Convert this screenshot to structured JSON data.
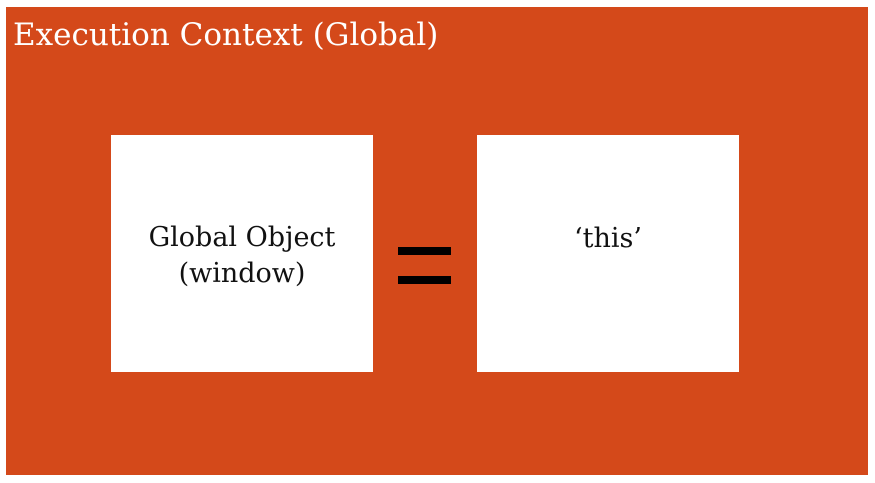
{
  "colors": {
    "context_background": "#d4491a",
    "box_background": "#ffffff",
    "title_text": "#ffffff",
    "box_text": "#111111",
    "equals_sign": "#000000"
  },
  "context": {
    "title": "Execution Context (Global)"
  },
  "global_object_box": {
    "line1": "Global Object",
    "line2": "(window)"
  },
  "this_box": {
    "label": "‘this’"
  },
  "relation": {
    "symbol": "equals-sign"
  }
}
